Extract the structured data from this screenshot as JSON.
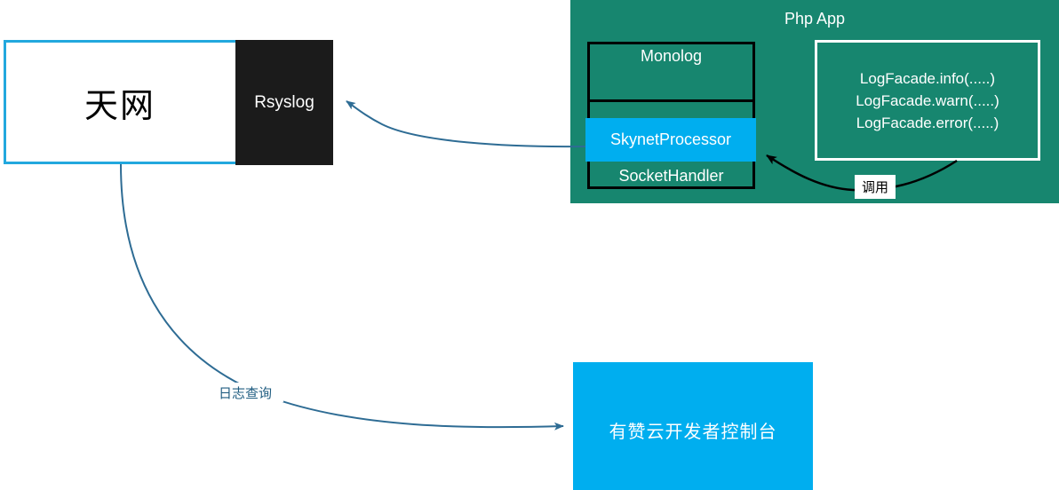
{
  "diagram": {
    "title": "Skynet logging architecture diagram",
    "colors": {
      "skynet_border": "#22A8DE",
      "rsyslog_fill": "#1b1b1b",
      "php_app_fill": "#17866F",
      "processor_fill": "#00AEEF",
      "console_fill": "#00AEEF",
      "blue_edge": "#2E6C94",
      "black_edge": "#000000",
      "query_label_text": "#1F5C80"
    },
    "nodes": {
      "skynet": {
        "label": "天网"
      },
      "rsyslog": {
        "label": "Rsyslog"
      },
      "php_app": {
        "title": "Php App"
      },
      "monolog": {
        "label": "Monolog"
      },
      "skynet_processor": {
        "label": "SkynetProcessor"
      },
      "socket_handler": {
        "label": "SocketHandler"
      },
      "log_facade": {
        "lines": [
          "LogFacade.info(.....)",
          "LogFacade.warn(.....)",
          "LogFacade.error(.....)"
        ]
      },
      "console": {
        "label": "有赞云开发者控制台"
      }
    },
    "edges": {
      "call": {
        "label": "调用"
      },
      "log_query": {
        "label": "日志查询"
      },
      "processor_to_rsyslog": {
        "label": ""
      }
    }
  }
}
